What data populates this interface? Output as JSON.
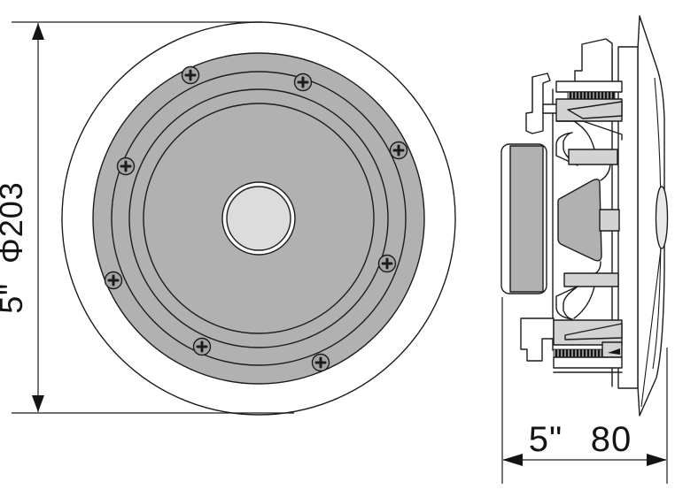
{
  "diagram": {
    "description_labels": {
      "diameter_dimension": "5\"  Φ203",
      "depth_dimension_inch": "5\"",
      "depth_dimension_mm": "80"
    },
    "colors": {
      "background": "#ffffff",
      "line": "#1c1c1c",
      "frame_gray": "#b1b1b1",
      "cone_gray": "#b1b1b1",
      "magnet_gray": "#b1b1b1",
      "dust_cap_gray": "#dcdcdc",
      "dome_gray": "#e9e9e9",
      "detail_gray": "#d3d3d3",
      "screw_gray": "#a6a6a6"
    },
    "front_view": {
      "screw_count": "8"
    }
  }
}
